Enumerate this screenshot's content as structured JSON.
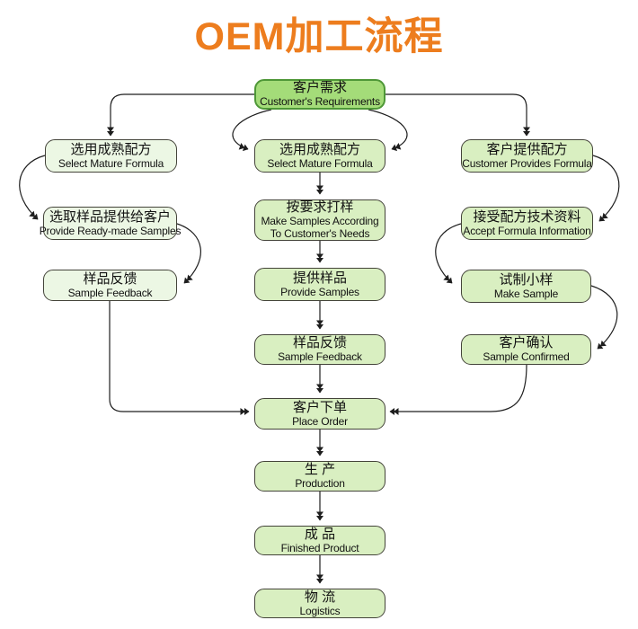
{
  "title": {
    "text": "OEM加工流程"
  },
  "colors": {
    "title": "#ed7d1e",
    "node_fill_pale": "#ecf7e4",
    "node_fill_mid": "#d9efc1",
    "node_fill_dark": "#a4dc79",
    "node_border": "#44443a",
    "node_border_dark": "#4e9737",
    "arrow": "#1e1e1e"
  },
  "nodes": [
    {
      "id": "customer-requirements",
      "zh": "客户需求",
      "en": "Customer's Requirements"
    },
    {
      "id": "select-mature-formula-left",
      "zh": "选用成熟配方",
      "en": "Select Mature Formula"
    },
    {
      "id": "select-mature-formula-center",
      "zh": "选用成熟配方",
      "en": "Select Mature Formula"
    },
    {
      "id": "customer-provides-formula",
      "zh": "客户提供配方",
      "en": "Customer Provides Formula"
    },
    {
      "id": "provide-ready-made-samples",
      "zh": "选取样品提供给客户",
      "en": "Provide Ready-made Samples"
    },
    {
      "id": "make-samples-according",
      "zh": "按要求打样",
      "en": "Make Samples According\nTo Customer's Needs"
    },
    {
      "id": "accept-formula-information",
      "zh": "接受配方技术资料",
      "en": "Accept Formula Information"
    },
    {
      "id": "sample-feedback-left",
      "zh": "样品反馈",
      "en": "Sample Feedback"
    },
    {
      "id": "provide-samples",
      "zh": "提供样品",
      "en": "Provide Samples"
    },
    {
      "id": "make-sample",
      "zh": "试制小样",
      "en": "Make Sample"
    },
    {
      "id": "sample-feedback-center",
      "zh": "样品反馈",
      "en": "Sample Feedback"
    },
    {
      "id": "sample-confirmed",
      "zh": "客户确认",
      "en": "Sample Confirmed"
    },
    {
      "id": "place-order",
      "zh": "客户下单",
      "en": "Place Order"
    },
    {
      "id": "production",
      "zh": "生 产",
      "en": "Production"
    },
    {
      "id": "finished-product",
      "zh": "成 品",
      "en": "Finished Product"
    },
    {
      "id": "logistics",
      "zh": "物 流",
      "en": "Logistics"
    }
  ]
}
